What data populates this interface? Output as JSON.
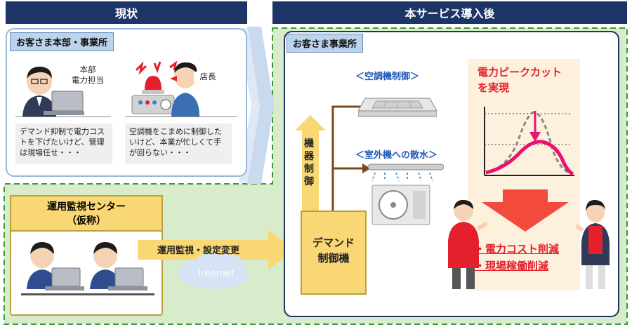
{
  "banners": {
    "current": "現状",
    "after": "本サービス導入後"
  },
  "current": {
    "hq_tag": "お客さま本部・事業所",
    "staff_label": "本部\n電力担当",
    "manager_label": "店長",
    "staff_note": "デマンド抑制で電力コストを下げたいけど、管理は現場任せ・・・",
    "manager_note": "空調機をこまめに制御したいけど、本業が忙しくて手が回らない・・・"
  },
  "center": {
    "tag": "運用監視センター\n（仮称）",
    "arrow_label": "運用監視・設定変更",
    "cloud_label": "Internet"
  },
  "site": {
    "tag": "お客さま事業所",
    "ac_label": "＜空調機制御＞",
    "water_label": "＜室外機への散水＞",
    "control_label": "機器制御",
    "controller_label": "デマンド\n制御機",
    "peak_title": "電力ピークカット\nを実現",
    "benefits": [
      "・電力コスト削減",
      "・現場稼働削減"
    ]
  },
  "colors": {
    "navy": "#1d3566",
    "green_dashed": "#3a9a3a",
    "green_fill": "#d8ebcb",
    "yellow": "#f9d775",
    "red": "#e3202c",
    "blue": "#1f58b5",
    "pink": "#e8136e"
  },
  "icons": [
    "office-worker-icon",
    "alarm-lamp-icon",
    "manager-icon",
    "ceiling-ac-icon",
    "outdoor-unit-icon",
    "staff-icon",
    "cloud-icon"
  ]
}
